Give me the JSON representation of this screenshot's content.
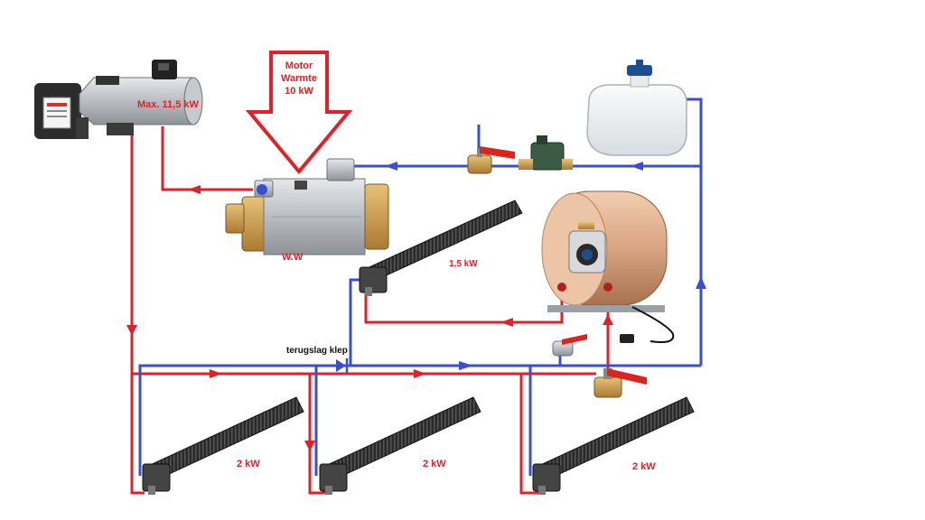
{
  "labels": {
    "heater": "Max. 11,5 kW",
    "motor_line1": "Motor",
    "motor_line2": "Warmte",
    "motor_line3": "10 kW",
    "heat_exchanger": "W.W",
    "radiator_top": "1,5 kW",
    "check_valve": "terugslag klep",
    "radiator_1": "2 kW",
    "radiator_2": "2 kW",
    "radiator_3": "2 kW"
  },
  "colors": {
    "supply_pipe": "#e0202a",
    "return_pipe": "#3a4fd0",
    "label_red": "#e0202a"
  },
  "icons": {
    "heater": "diesel-heater-icon",
    "exchanger": "heat-exchanger-icon",
    "tank": "expansion-tank-icon",
    "boiler": "water-boiler-icon",
    "pump": "circulation-pump-icon",
    "valve": "ball-valve-icon",
    "radiator": "radiator-icon"
  }
}
